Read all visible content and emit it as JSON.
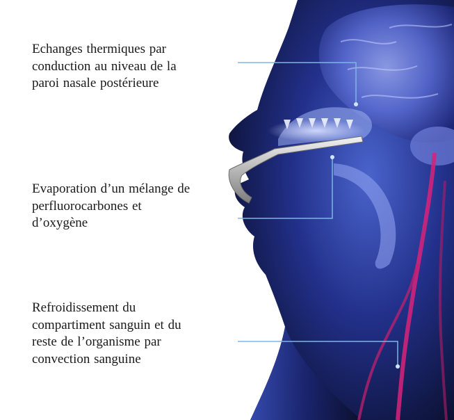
{
  "labels": [
    {
      "lines": [
        "Echanges thermiques par",
        "conduction au niveau de la",
        "paroi nasale postérieure"
      ]
    },
    {
      "lines": [
        "Evaporation d’un mélange de",
        "perfluorocarbones et",
        "d’oxygène"
      ]
    },
    {
      "lines": [
        "Refroidissement du",
        "compartiment sanguin et du",
        "reste de l’organisme par",
        "convection sanguine"
      ]
    }
  ],
  "colors": {
    "background": "#ffffff",
    "head_dark": "#0a0f2e",
    "head_mid": "#2a3c9a",
    "head_light": "#5a75d8",
    "leader_line": "#7fb6e6",
    "blood_vessel": "#d8237a",
    "cannula": "#c8c8c8",
    "text": "#1a1a1a"
  }
}
